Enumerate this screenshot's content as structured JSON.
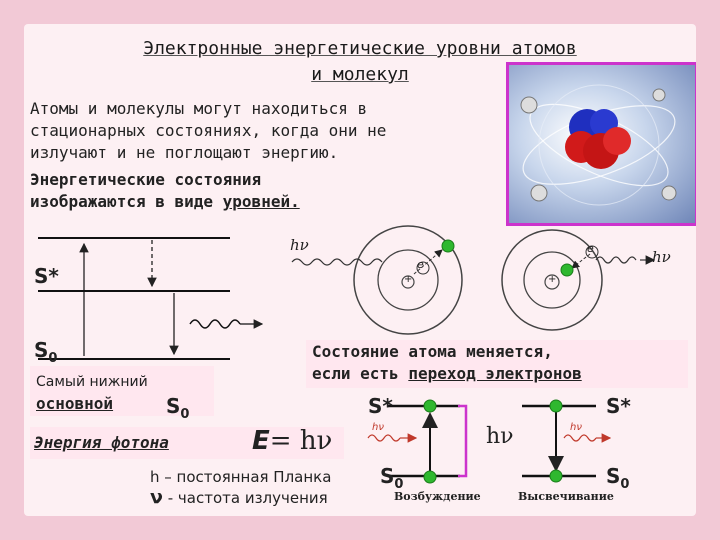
{
  "title": {
    "line1": "Электронные энергетические уровни атомов",
    "line2": "и молекул"
  },
  "intro": {
    "line1": "Атомы и молекулы могут находиться в",
    "line2": "стационарных состояниях, когда они не",
    "line3": "излучают и не поглощают энергию.",
    "bold1": "Энергетические состояния",
    "bold2_a": "изображаются в виде ",
    "bold2_b": "уровней."
  },
  "levels": {
    "s_star": "S*",
    "s0": "S",
    "s0_sub": "0"
  },
  "ground": {
    "line1": "Самый нижний",
    "line2": "основной",
    "symbol": "S",
    "sub": "0"
  },
  "photon": {
    "label": "Энергия фотона",
    "eq_e": "E",
    "eq_rest": "= hν"
  },
  "change": {
    "line1": "Состояние атома меняется,",
    "line2_a": "если есть ",
    "line2_b": "переход электронов"
  },
  "planck": {
    "h_line": "h – постоянная Планка",
    "nu_sym": "ν",
    "nu_line": " - частота излучения"
  },
  "atoms": {
    "hv1": "hν",
    "hv2": "hν",
    "e1": "e",
    "e2": "e",
    "nuc1": "+",
    "nuc2": "+"
  },
  "transitions": {
    "left_top": "S*",
    "left_bottom": "S",
    "left_bottom_sub": "0",
    "left_caption": "Возбуждение",
    "left_hv": "hν",
    "hv_big": "hν",
    "right_top": "S*",
    "right_bottom": "S",
    "right_bottom_sub": "0",
    "right_caption": "Высвечивание",
    "right_hv": "hν"
  },
  "colors": {
    "green": "#2fb82f",
    "magenta": "#cc33cc"
  }
}
